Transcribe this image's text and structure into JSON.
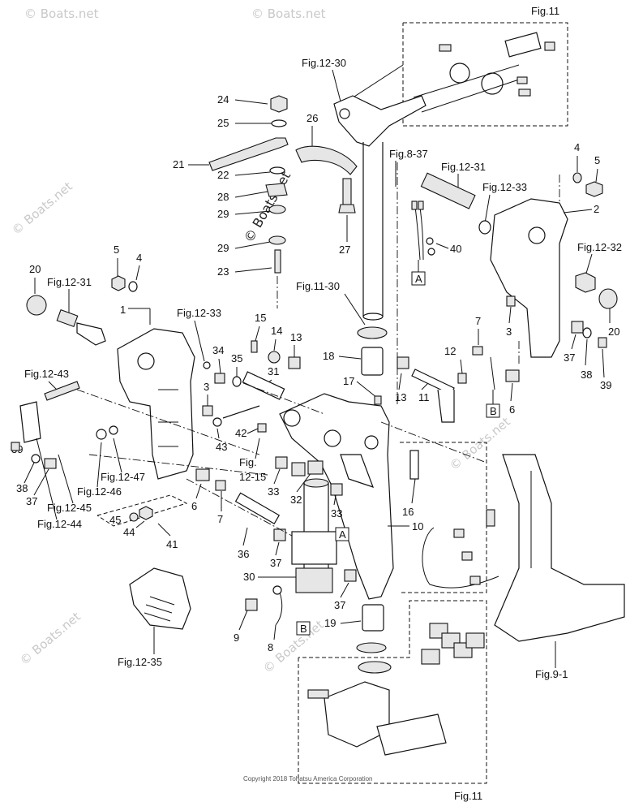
{
  "watermark": "© Boats.net",
  "copyright": "Copyright 2018 Tohatsu America Corporation",
  "figure_refs": {
    "fig11_top": "Fig.11",
    "fig11_bottom": "Fig.11",
    "fig12_30": "Fig.12-30",
    "fig8_37": "Fig.8-37",
    "fig12_31_right": "Fig.12-31",
    "fig12_33_right": "Fig.12-33",
    "fig12_32": "Fig.12-32",
    "fig12_31_left": "Fig.12-31",
    "fig12_33_left": "Fig.12-33",
    "fig11_30": "Fig.11-30",
    "fig12_43": "Fig.12-43",
    "fig12_47": "Fig.12-47",
    "fig12_46": "Fig.12-46",
    "fig12_45": "Fig.12-45",
    "fig12_44": "Fig.12-44",
    "fig12_15_a": "Fig.",
    "fig12_15_b": "12-15",
    "fig12_35": "Fig.12-35",
    "fig9_1": "Fig.9-1"
  },
  "boxed_labels": {
    "a1": "A",
    "a2": "A",
    "b1": "B",
    "b2": "B"
  },
  "callouts": {
    "n24": "24",
    "n25": "25",
    "n21": "21",
    "n22": "22",
    "n28": "28",
    "n29a": "29",
    "n29b": "29",
    "n23": "23",
    "n26": "26",
    "n27": "27",
    "n40": "40",
    "n4r": "4",
    "n5r": "5",
    "n2": "2",
    "n3r": "3",
    "n7r": "7",
    "n12": "12",
    "n20r": "20",
    "n37r": "37",
    "n38r": "38",
    "n39r": "39",
    "n6r": "6",
    "n5l": "5",
    "n4l": "4",
    "n20l": "20",
    "n1": "1",
    "n15": "15",
    "n14": "14",
    "n13a": "13",
    "n34": "34",
    "n35": "35",
    "n31": "31",
    "n18": "18",
    "n3l": "3",
    "n17": "17",
    "n13b": "13",
    "n11": "11",
    "n42": "42",
    "n43": "43",
    "n39l": "39",
    "n38l": "38",
    "n37l": "37",
    "n6l": "6",
    "n7l": "7",
    "n45": "45",
    "n44": "44",
    "n41": "41",
    "n33a": "33",
    "n32": "32",
    "n33b": "33",
    "n16": "16",
    "n10": "10",
    "n36": "36",
    "n37m": "37",
    "n30": "30",
    "n37b": "37",
    "n19": "19",
    "n9": "9",
    "n8": "8"
  }
}
